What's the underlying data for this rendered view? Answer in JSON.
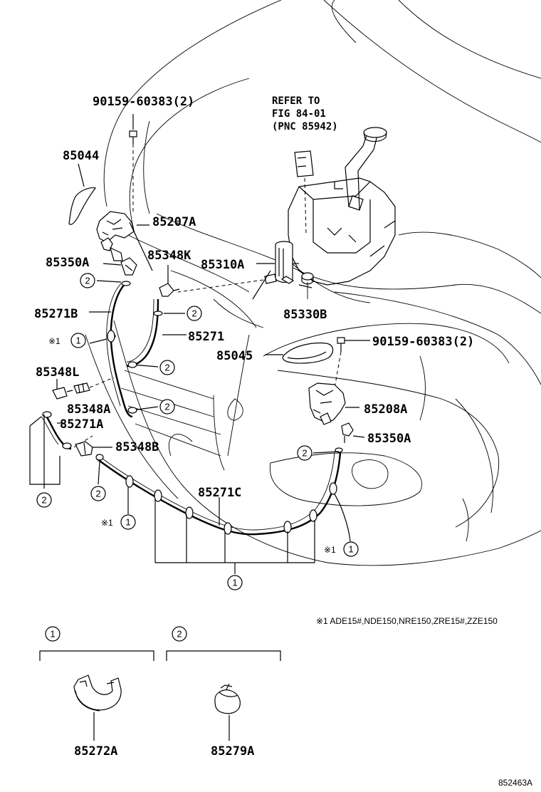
{
  "parts": {
    "bolt_top": "90159-60383(2)",
    "p85044": "85044",
    "p85207A": "85207A",
    "p85350A_left": "85350A",
    "p85348K": "85348K",
    "p85310A": "85310A",
    "p85271B": "85271B",
    "p85330B": "85330B",
    "p85271": "85271",
    "bolt_right": "90159-60383(2)",
    "p85045": "85045",
    "p85348L": "85348L",
    "p85348A": "85348A",
    "p85208A": "85208A",
    "p85271A": "85271A",
    "p85350A_right": "85350A",
    "p85348B": "85348B",
    "p85271C": "85271C",
    "p85272A": "85272A",
    "p85279A": "85279A"
  },
  "refer": {
    "line1": "REFER TO",
    "line2": "FIG 84-01",
    "line3": "(PNC 85942)"
  },
  "markers": {
    "one": "1",
    "two": "2",
    "note_mark": "※1"
  },
  "footnote": "※1 ADE15#,NDE150,NRE150,ZRE15#,ZZE150",
  "diagram_id": "852463A"
}
